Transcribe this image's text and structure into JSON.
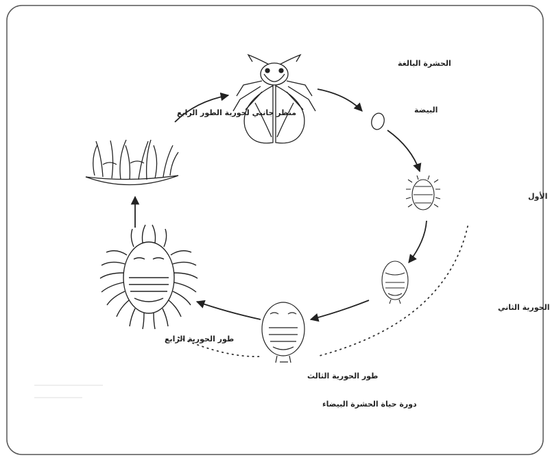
{
  "diagram": {
    "caption": "دورة حياة الحشرة البيضاء",
    "stages": {
      "adult": "الحشرة البالغة",
      "egg": "البيضة",
      "nymph1": "طور الحورية الأول",
      "nymph2": "طور الحورية الثاني",
      "nymph3": "طور الحورية الثالث",
      "nymph4": "طور الحورية الرابع",
      "nymph4_side": "منظر جانبي لحورية الطور الرابع"
    }
  }
}
